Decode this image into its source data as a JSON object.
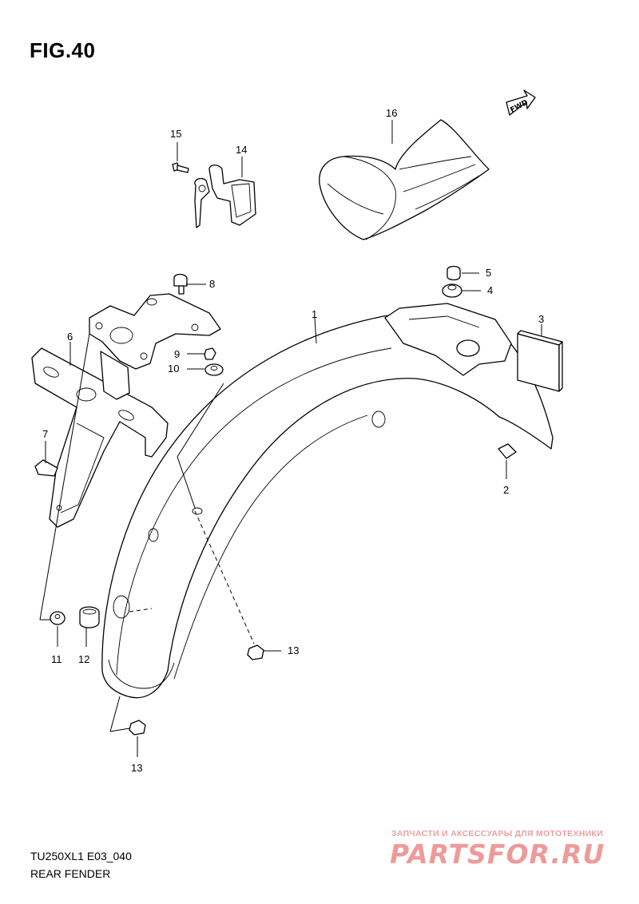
{
  "figure": {
    "title": "FIG.40",
    "model_code": "TU250XL1 E03_040",
    "section": "REAR FENDER"
  },
  "fwd_label": "FWD",
  "callouts": [
    {
      "id": "1",
      "label": "1"
    },
    {
      "id": "2",
      "label": "2"
    },
    {
      "id": "3",
      "label": "3"
    },
    {
      "id": "4",
      "label": "4"
    },
    {
      "id": "5",
      "label": "5"
    },
    {
      "id": "6",
      "label": "6"
    },
    {
      "id": "7",
      "label": "7"
    },
    {
      "id": "8",
      "label": "8"
    },
    {
      "id": "9",
      "label": "9"
    },
    {
      "id": "10",
      "label": "10"
    },
    {
      "id": "11",
      "label": "11"
    },
    {
      "id": "12",
      "label": "12"
    },
    {
      "id": "13a",
      "label": "13"
    },
    {
      "id": "13b",
      "label": "13"
    },
    {
      "id": "14",
      "label": "14"
    },
    {
      "id": "15",
      "label": "15"
    },
    {
      "id": "16",
      "label": "16"
    }
  ],
  "watermark": {
    "tagline": "ЗАПЧАСТИ И АКСЕССУАРЫ ДЛЯ МОТОТЕХНИКИ",
    "logo": "PARTSFOR.RU"
  }
}
